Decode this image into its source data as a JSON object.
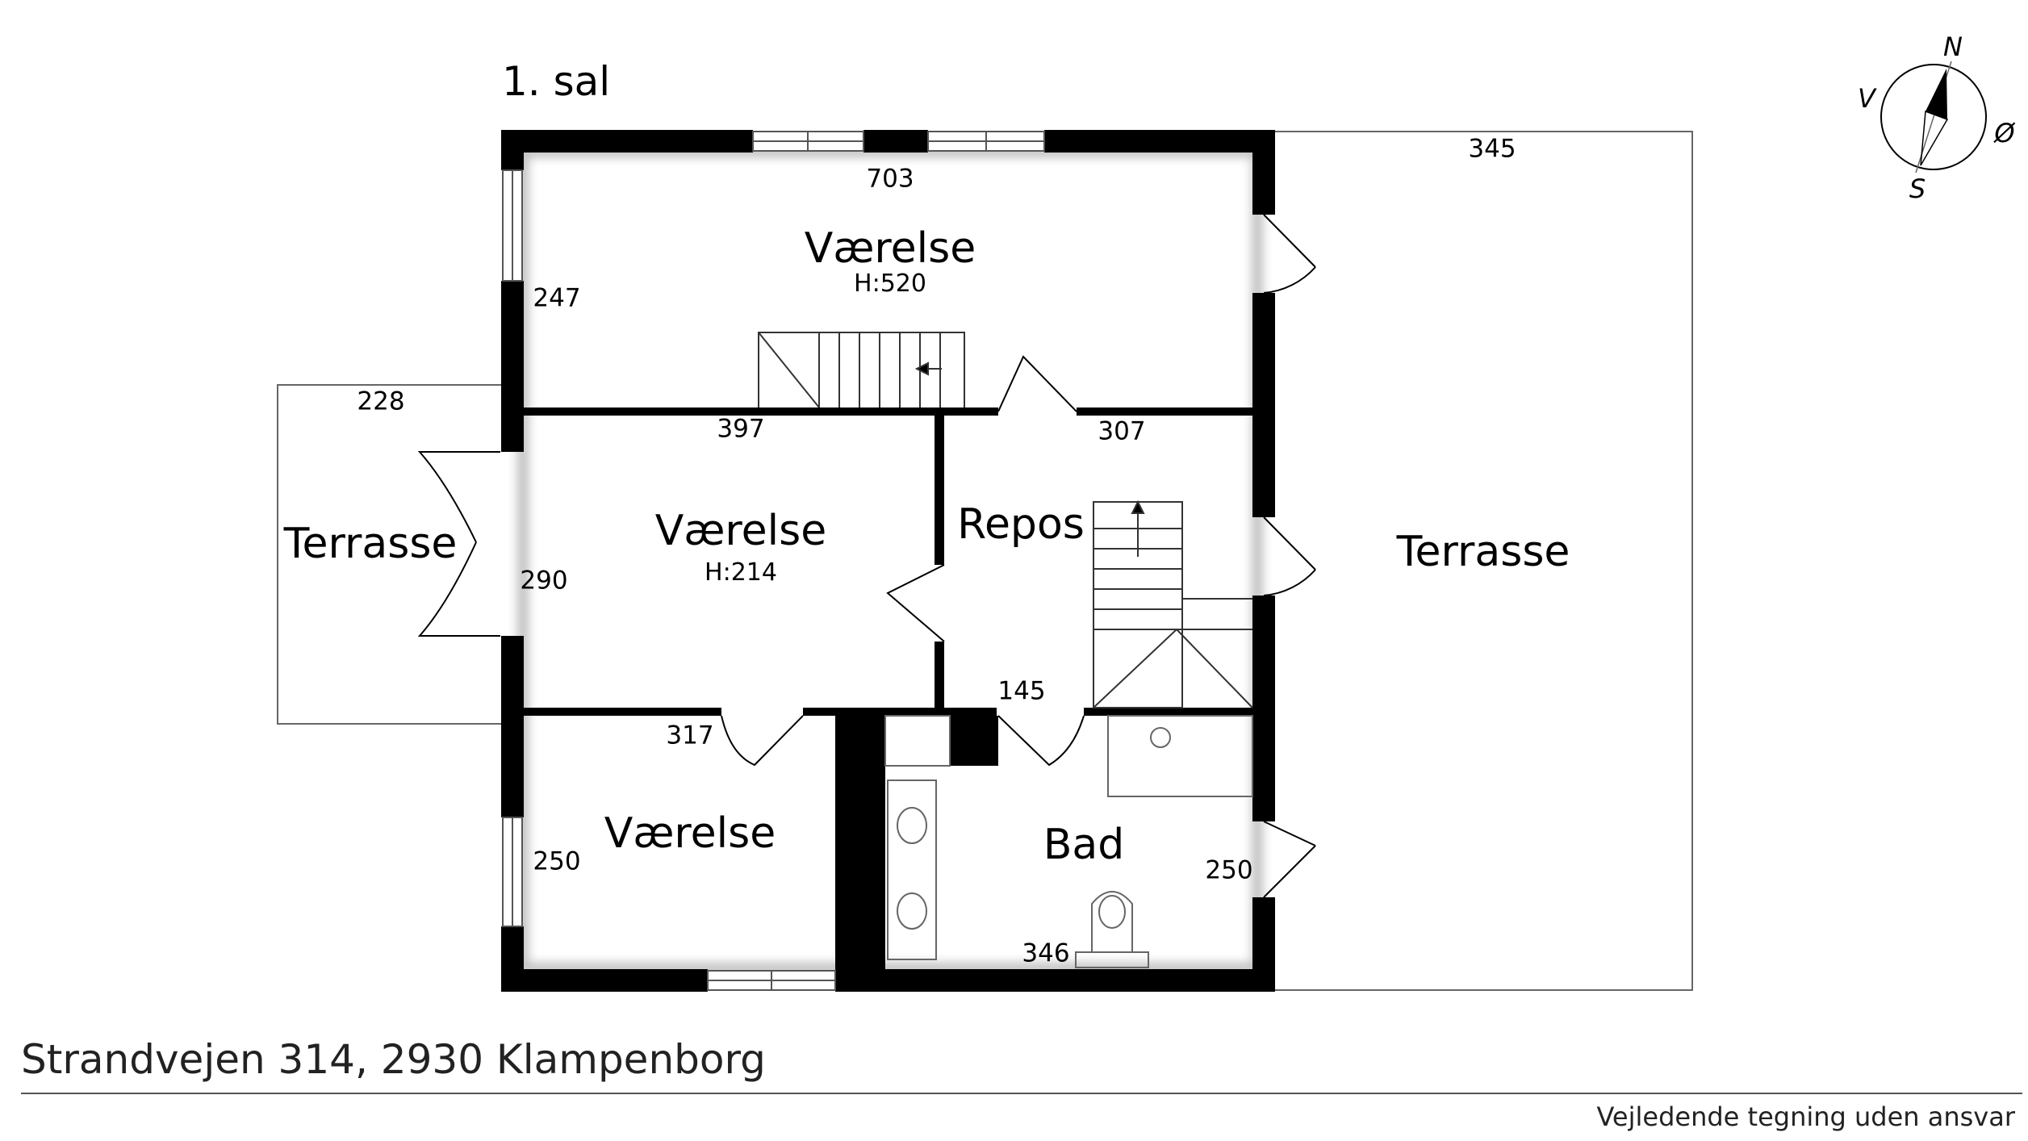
{
  "floor_title": "1. sal",
  "address": "Strandvejen 314, 2930 Klampenborg",
  "disclaimer": "Vejledende tegning uden ansvar",
  "compass": {
    "north": "N",
    "south": "S",
    "east": "Ø",
    "west": "V"
  },
  "rooms": {
    "top_room": {
      "name": "Værelse",
      "height": "H:520"
    },
    "middle_room": {
      "name": "Værelse",
      "height": "H:214"
    },
    "bottom_room": {
      "name": "Værelse"
    },
    "landing": {
      "name": "Repos"
    },
    "bathroom": {
      "name": "Bad"
    },
    "terrace_left": {
      "name": "Terrasse"
    },
    "terrace_right": {
      "name": "Terrasse"
    }
  },
  "dimensions": {
    "top_width": "703",
    "top_height": "247",
    "terrace_right": "345",
    "terrace_left": "228",
    "middle_width": "397",
    "landing_width": "307",
    "middle_height": "290",
    "stair_width": "145",
    "bottom_width": "317",
    "bottom_height": "250",
    "bath_height": "250",
    "bath_width": "346"
  }
}
